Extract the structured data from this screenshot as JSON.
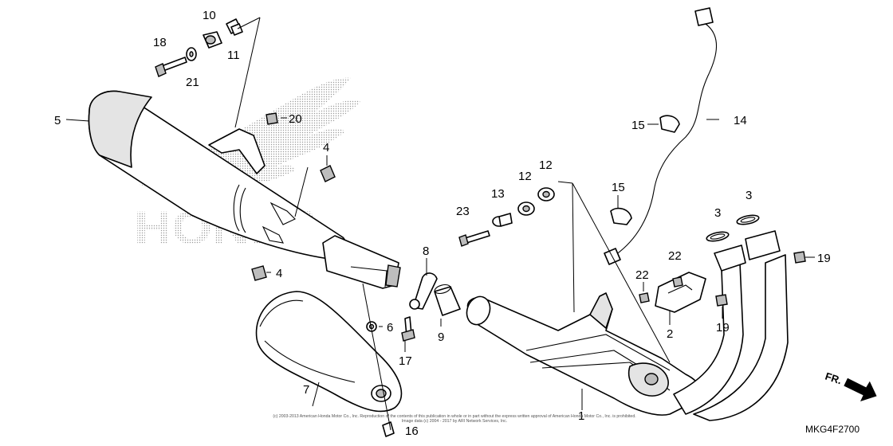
{
  "diagram_code": "MKG4F2700",
  "direction_label": "FR.",
  "watermark_text": "HONDA",
  "copyright_line1": "(c) 2003-2013 American Honda Motor Co., Inc. Reproduction of the contents of this publication in whole or in part without the express written approval of American Honda Motor Co., Inc. is prohibited.",
  "copyright_line2": "Image data (c) 2004 - 2017 by ARI Network Services, Inc.",
  "callouts": {
    "c1": "1",
    "c2": "2",
    "c3a": "3",
    "c3b": "3",
    "c4a": "4",
    "c4b": "4",
    "c5": "5",
    "c6": "6",
    "c7": "7",
    "c8": "8",
    "c9": "9",
    "c10": "10",
    "c11": "11",
    "c12a": "12",
    "c12b": "12",
    "c13": "13",
    "c14": "14",
    "c15a": "15",
    "c15b": "15",
    "c16": "16",
    "c17": "17",
    "c18": "18",
    "c19a": "19",
    "c19b": "19",
    "c20": "20",
    "c21": "21",
    "c22a": "22",
    "c22b": "22",
    "c23": "23"
  }
}
